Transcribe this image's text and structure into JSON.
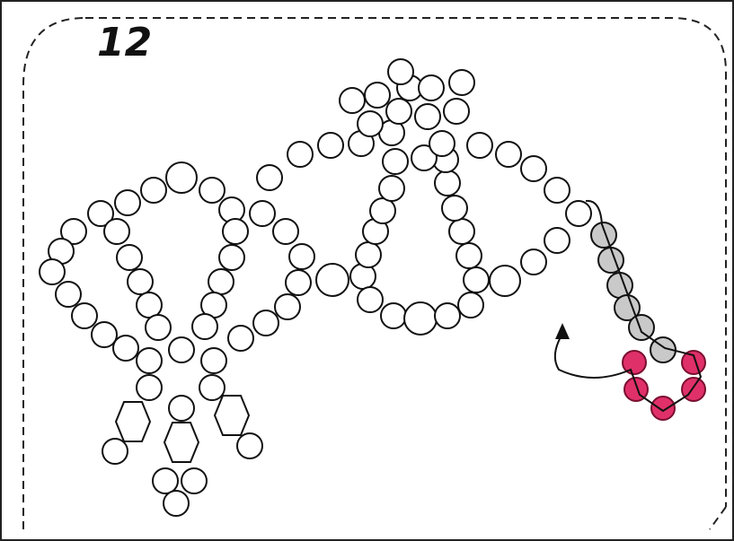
{
  "diagram": {
    "step_number": "12",
    "colors": {
      "bead_outline": "#111111",
      "bead_fill": "#ffffff",
      "done_bead_fill": "#c9c9c9",
      "new_bead_fill": "#e0306a",
      "thread": "#111111",
      "border": "#222222"
    },
    "icons": [
      "bead",
      "needle-direction-arrow",
      "thread-path"
    ]
  }
}
